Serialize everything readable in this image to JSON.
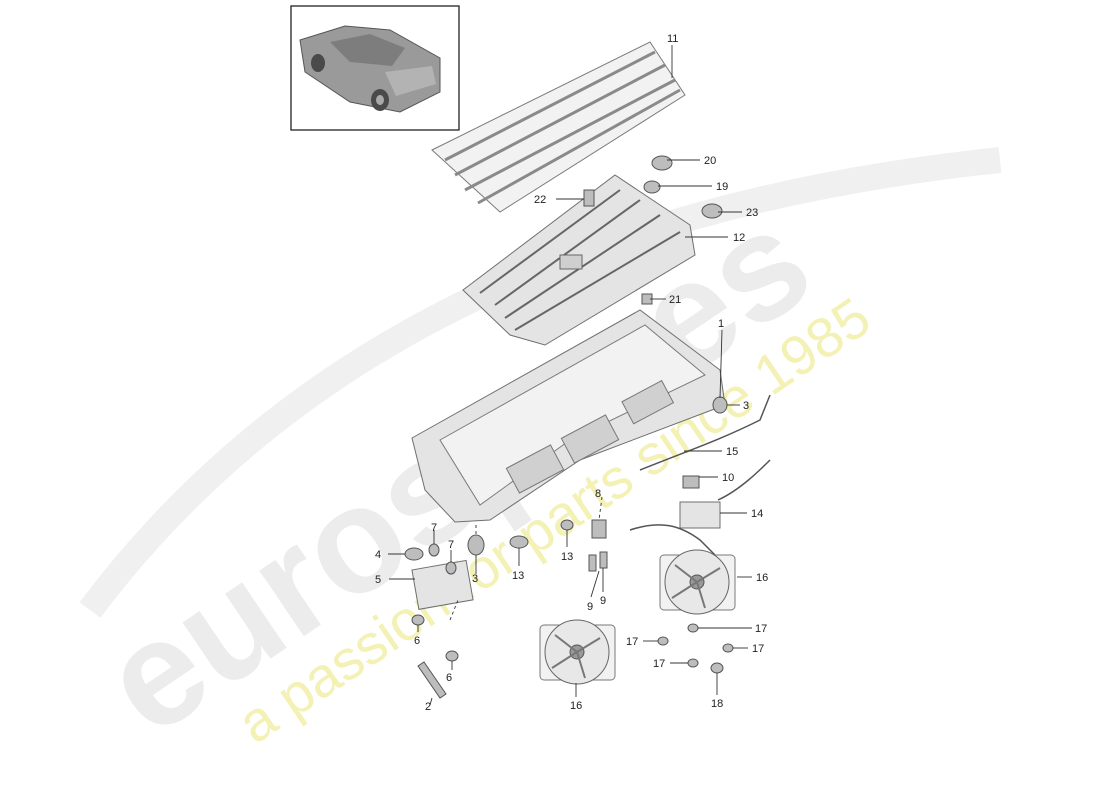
{
  "watermark": {
    "brand": "eurospares",
    "tagline": "a passion for parts since 1985"
  },
  "callouts": {
    "n1": "1",
    "n2": "2",
    "n3a": "3",
    "n3b": "3",
    "n4": "4",
    "n5": "5",
    "n6a": "6",
    "n6b": "6",
    "n7a": "7",
    "n7b": "7",
    "n8": "8",
    "n9a": "9",
    "n9b": "9",
    "n10": "10",
    "n11": "11",
    "n12": "12",
    "n13a": "13",
    "n13b": "13",
    "n14": "14",
    "n15": "15",
    "n16a": "16",
    "n16b": "16",
    "n17a": "17",
    "n17b": "17",
    "n17c": "17",
    "n17d": "17",
    "n18": "18",
    "n19": "19",
    "n20": "20",
    "n21": "21",
    "n22": "22",
    "n23": "23"
  }
}
